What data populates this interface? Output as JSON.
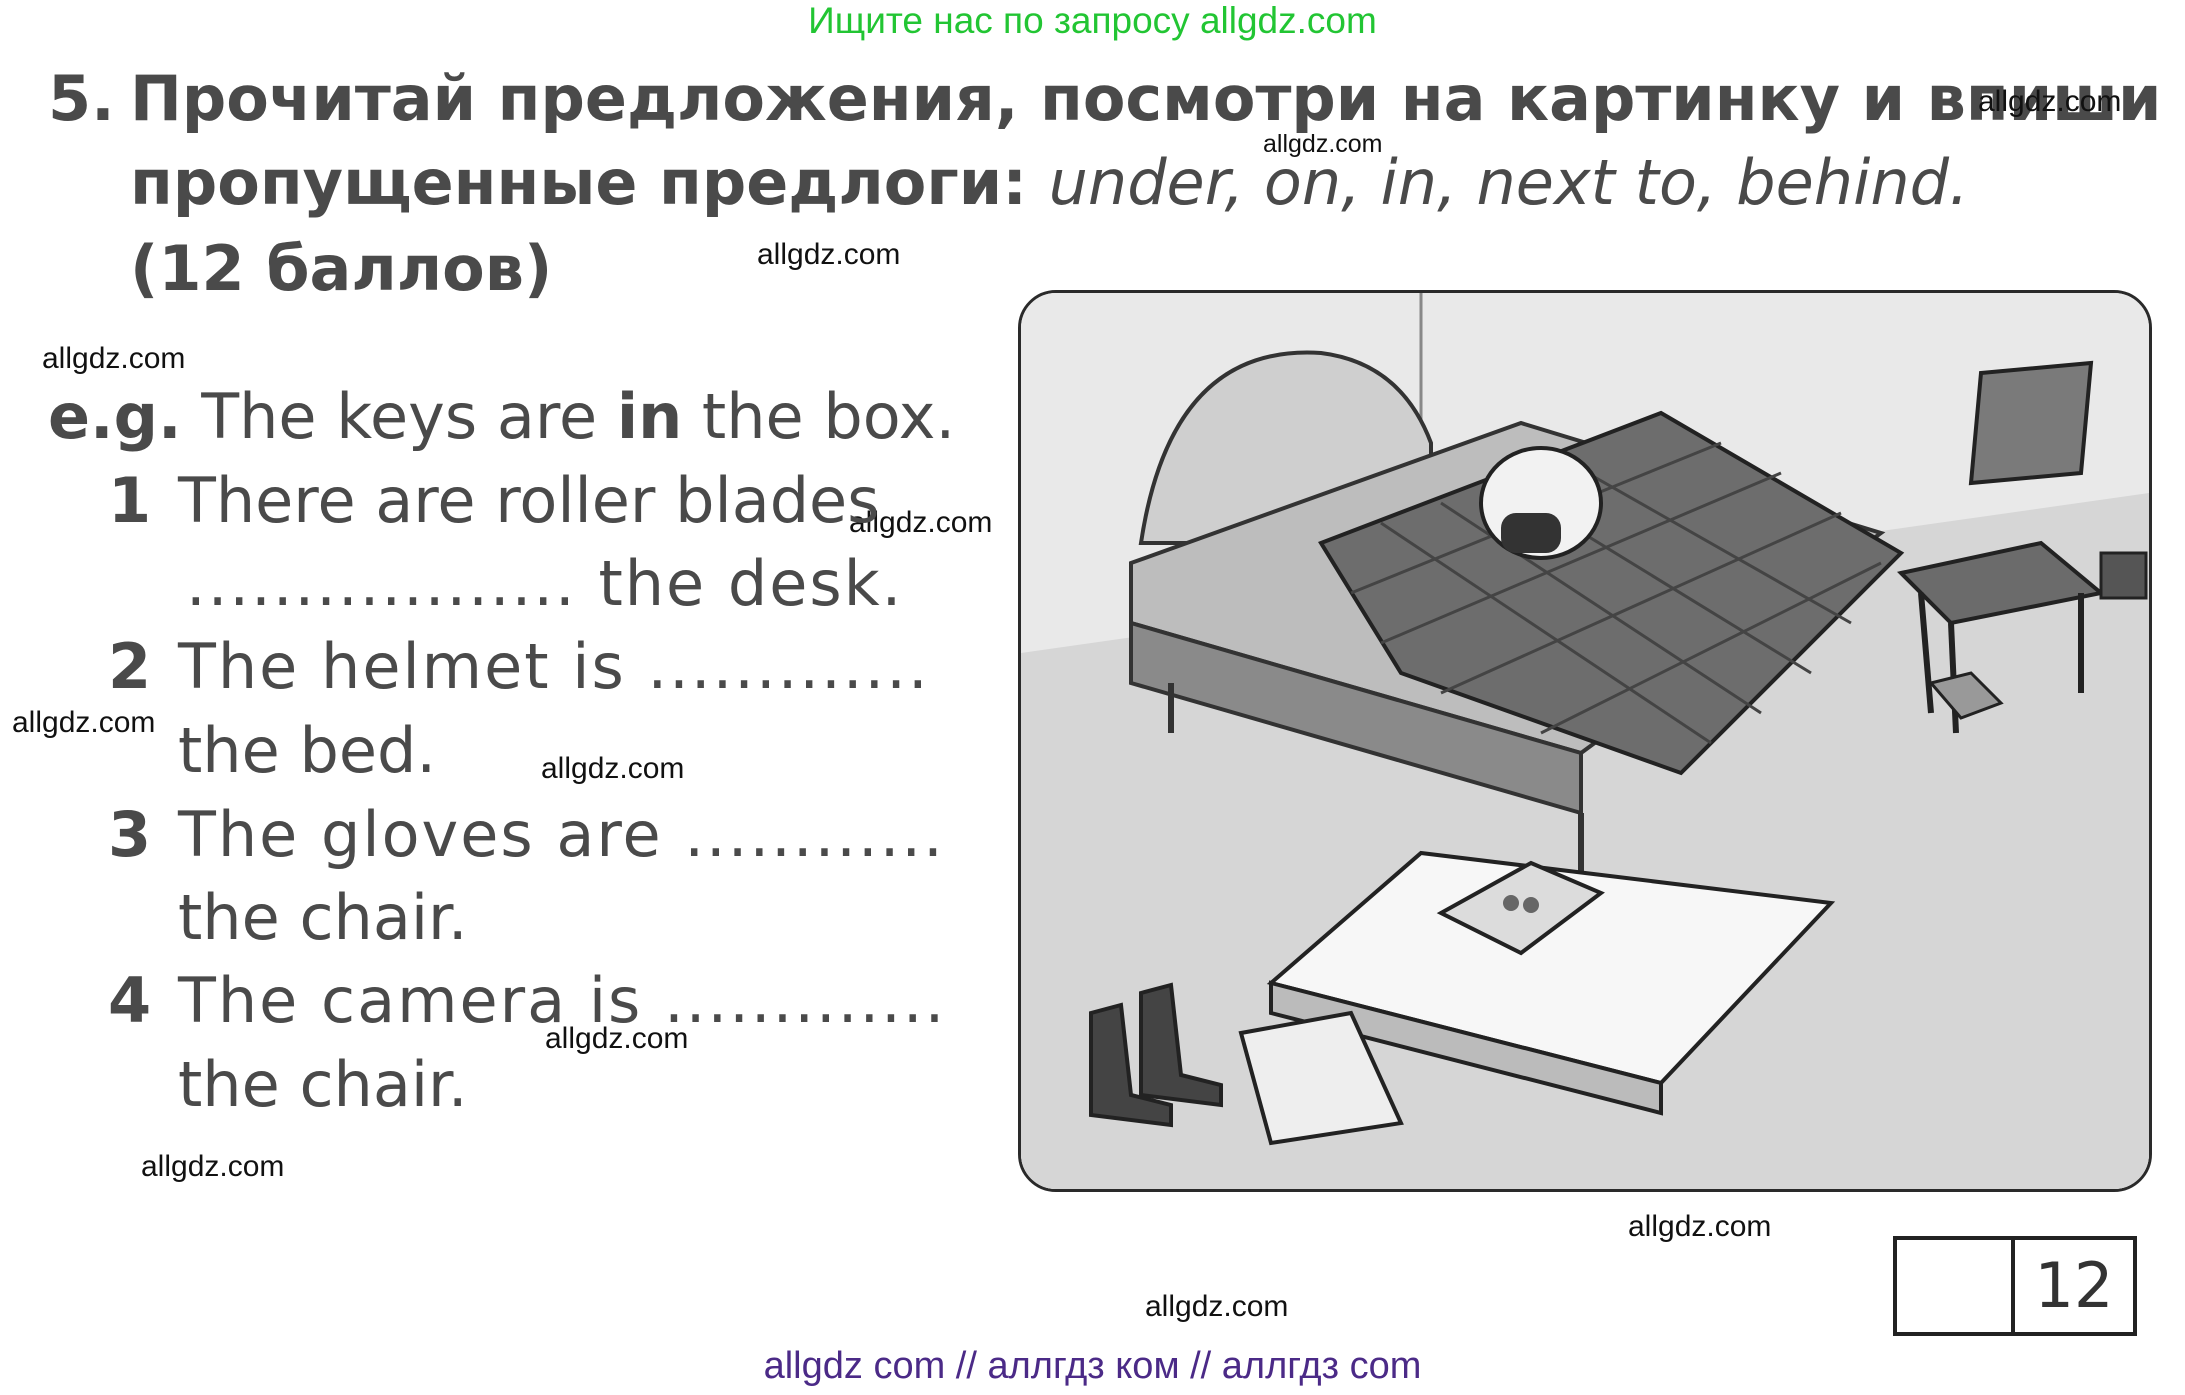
{
  "banner": "Ищите нас по запросу allgdz.com",
  "task": {
    "number": "5.",
    "line1": "Прочитай предложения, посмотри на картинку и впиши",
    "line2_bold": "пропущенные предлоги:",
    "line2_italic": "under, on, in, next to, behind.",
    "line3": "(12 баллов)"
  },
  "example": {
    "prefix": "e.g.",
    "before": "The keys are",
    "word": "in",
    "after": "the box."
  },
  "items": [
    {
      "num": "1",
      "line1": "There are roller blades",
      "line2": "..................  the desk."
    },
    {
      "num": "2",
      "line1": "The helmet is  .............",
      "line2": "the bed."
    },
    {
      "num": "3",
      "line1": "The gloves are  ............",
      "line2": "the chair."
    },
    {
      "num": "4",
      "line1": "The camera is  .............",
      "line2": "the chair."
    }
  ],
  "watermark": "allgdz.com",
  "score": {
    "value": "12"
  },
  "footer": "allgdz com  //  аллгдз ком  //  аллгдз com"
}
